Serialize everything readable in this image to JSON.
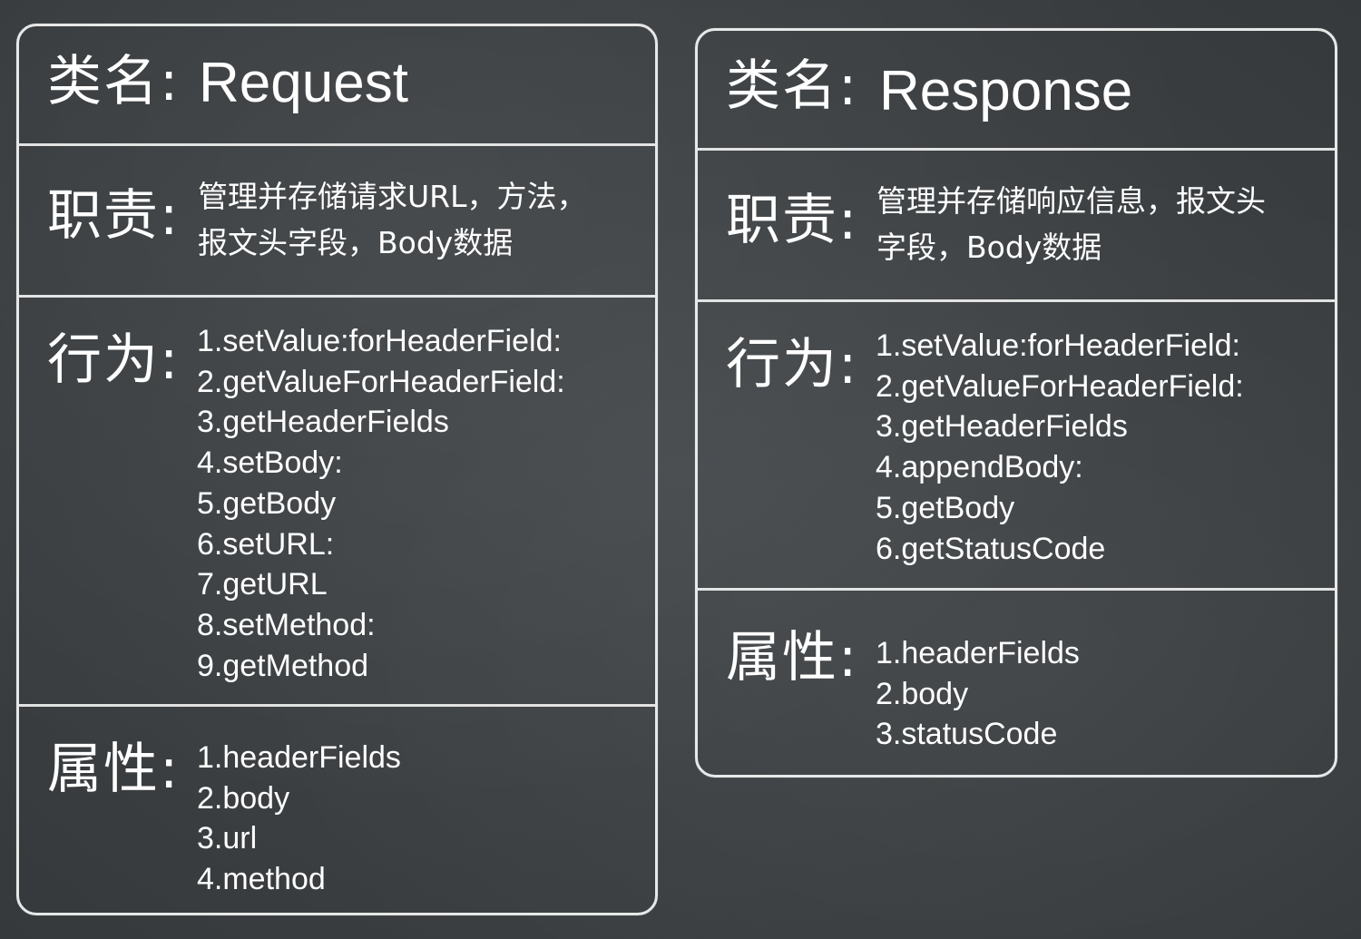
{
  "request": {
    "class_label": "类名:",
    "class_name": "Request",
    "responsibility_label": "职责:",
    "responsibility_lines": [
      "管理并存储请求URL，方法，",
      "报文头字段，Body数据"
    ],
    "behavior_label": "行为:",
    "behaviors": [
      "1.setValue:forHeaderField:",
      "2.getValueForHeaderField:",
      "3.getHeaderFields",
      "4.setBody:",
      "5.getBody",
      "6.setURL:",
      "7.getURL",
      "8.setMethod:",
      "9.getMethod"
    ],
    "property_label": "属性:",
    "properties": [
      "1.headerFields",
      "2.body",
      "3.url",
      "4.method"
    ]
  },
  "response": {
    "class_label": "类名:",
    "class_name": "Response",
    "responsibility_label": "职责:",
    "responsibility_lines": [
      "管理并存储响应信息，报文头",
      "字段，Body数据"
    ],
    "behavior_label": "行为:",
    "behaviors": [
      "1.setValue:forHeaderField:",
      "2.getValueForHeaderField:",
      "3.getHeaderFields",
      "4.appendBody:",
      "5.getBody",
      "6.getStatusCode"
    ],
    "property_label": "属性:",
    "properties": [
      "1.headerFields",
      "2.body",
      "3.statusCode"
    ]
  }
}
